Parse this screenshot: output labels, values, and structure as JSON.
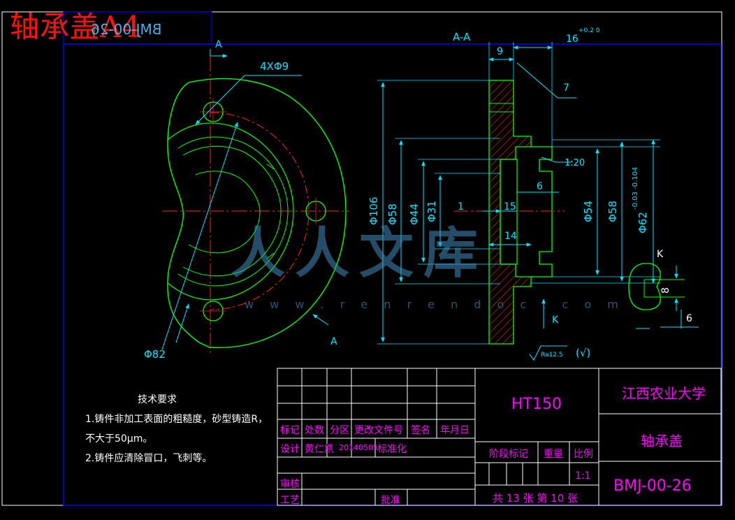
{
  "overlay_title": "轴承盖A4",
  "mirror_label": "BMJ-00-26",
  "watermark": {
    "brand": "人人文库",
    "url": "w w w . r e n r e n d o c . c o m"
  },
  "colors": {
    "border": "#0000ff",
    "outline": "#00ff00",
    "dimension": "#00e5ff",
    "centerline": "#ff2020",
    "hatch": "#ff2020",
    "table": "#ffffff",
    "table_text": "#ff00ff",
    "title": "#ff1010"
  },
  "views": {
    "section_label": "A-A",
    "cut_label_top": "A",
    "cut_label_bottom": "A",
    "view_k_label": "K",
    "view_k_arrow": "K"
  },
  "dimensions": {
    "holes": "4XΦ9",
    "circle_82": "Φ82",
    "d106": "Φ106",
    "d58_left": "Φ58",
    "d44": "Φ44",
    "d31": "Φ31",
    "d54": "Φ54",
    "d58_right": "Φ58",
    "d62": "Φ62",
    "d62_tol": "-0.03 -0.104",
    "w9": "9",
    "w16": "16",
    "w16_tol": "+0.2 0",
    "w7": "7",
    "taper": "1:20",
    "w6": "6",
    "w1": "1",
    "w15": "15",
    "w14": "14",
    "k8": "8",
    "k6": "6",
    "roughness": "Ra12.5",
    "roughness_all": "(√)"
  },
  "tech_requirements": {
    "title": "技术要求",
    "line1": "1.铸件非加工表面的粗糙度，砂型铸造R，",
    "line2": "不大于50μm。",
    "line3": "2.铸件应清除冒口，飞刺等。"
  },
  "title_block": {
    "material": "HT150",
    "school": "江西农业大学",
    "part_name": "轴承盖",
    "drawing_no": "BMJ-00-26",
    "h_mark": "标记",
    "h_count": "处数",
    "h_zone": "分区",
    "h_doc": "更改文件号",
    "h_sign": "签名",
    "h_date": "年月日",
    "r_design": "设计",
    "r_designer": "黄仁凯",
    "r_date": "20140505",
    "r_std": "标准化",
    "stage": "阶段标记",
    "weight": "重量",
    "scale": "比例",
    "scale_val": "1:1",
    "review": "审核",
    "process": "工艺",
    "approve": "批准",
    "sheets": "共 13 张 第 10 张"
  }
}
